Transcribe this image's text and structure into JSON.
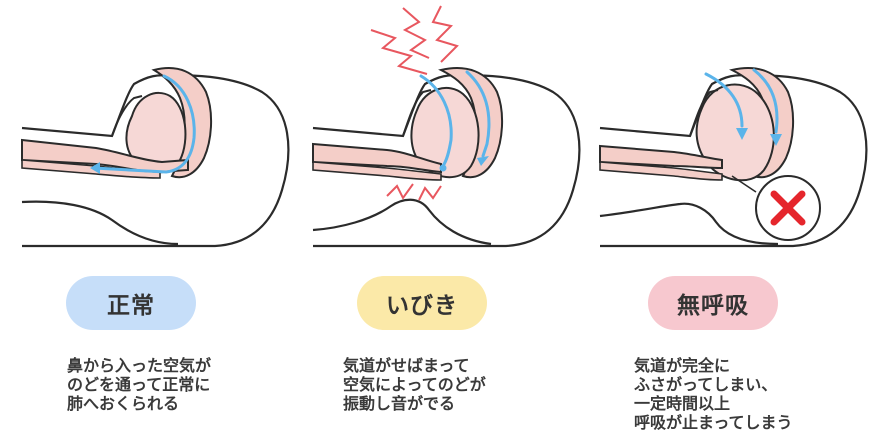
{
  "panels": [
    {
      "label": "正常",
      "badge_color": "#c6def9",
      "lines": [
        "鼻から入った空気が",
        "のどを通って正常に",
        "肺へおくられる"
      ]
    },
    {
      "label": "いびき",
      "badge_color": "#fbe9a8",
      "lines": [
        "気道がせばまって",
        "空気によってのどが",
        "振動し音がでる"
      ]
    },
    {
      "label": "無呼吸",
      "badge_color": "#f7c8cf",
      "lines": [
        "気道が完全に",
        "ふさがってしまい、",
        "一定時間以上",
        "呼吸が止まってしまう"
      ]
    }
  ],
  "colors": {
    "outline": "#2b2b2b",
    "airway": "#f4cec8",
    "tongue": "#f6d8d6",
    "airflow": "#5bb4ea",
    "vibration": "#e8575f",
    "blocked_mark": "#e5262c"
  },
  "icons": [
    "airflow-arrow",
    "vibration-lines",
    "blocked-x-icon"
  ]
}
